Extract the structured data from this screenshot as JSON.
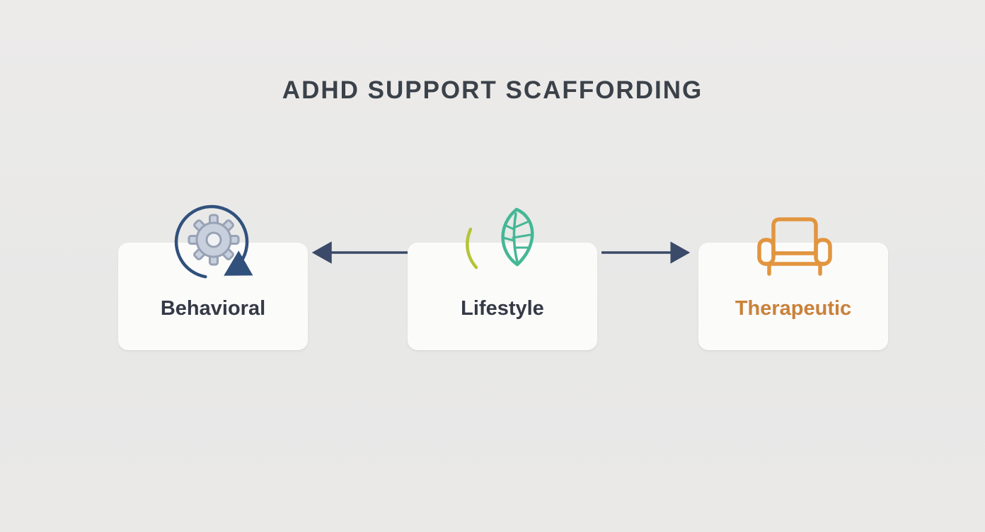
{
  "title": "ADHD SUPPORT SCAFFORDING",
  "nodes": [
    {
      "id": "behavioral",
      "label": "Behavioral",
      "icon": "gear-cycle-icon",
      "label_color": "#343a45"
    },
    {
      "id": "lifestyle",
      "label": "Lifestyle",
      "icon": "leaf-icon",
      "label_color": "#343a45"
    },
    {
      "id": "therapeutic",
      "label": "Therapeutic",
      "icon": "armchair-icon",
      "label_color": "#c9813a"
    }
  ],
  "connections": [
    {
      "from": "lifestyle",
      "to": "behavioral",
      "direction": "left"
    },
    {
      "from": "lifestyle",
      "to": "therapeutic",
      "direction": "right"
    }
  ],
  "colors": {
    "background": "#e9e9e8",
    "card": "#fbfbfa",
    "title": "#3b4149",
    "arrow": "#3a4a68",
    "gear": "#c9d0dd",
    "gear_outline": "#98a2b6",
    "cycle_arrow": "#31517c",
    "leaf": "#44b795",
    "leaf_swoosh": "#b6c437",
    "armchair": "#e2953f",
    "therapeutic_label": "#c9813a"
  }
}
